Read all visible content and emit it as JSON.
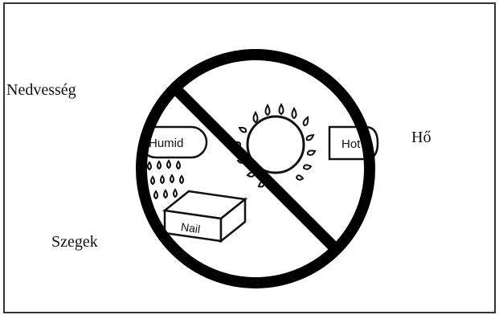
{
  "labels": {
    "humidity": "Nedvesség",
    "heat": "Hő",
    "nails": "Szegek"
  },
  "illustration": {
    "humid_tag": "Humid",
    "hot_tag": "Hot",
    "nail_box": "Nail",
    "symbol": "prohibition-sign"
  },
  "colors": {
    "ink": "#111111",
    "frame": "#333333",
    "background": "#ffffff"
  }
}
